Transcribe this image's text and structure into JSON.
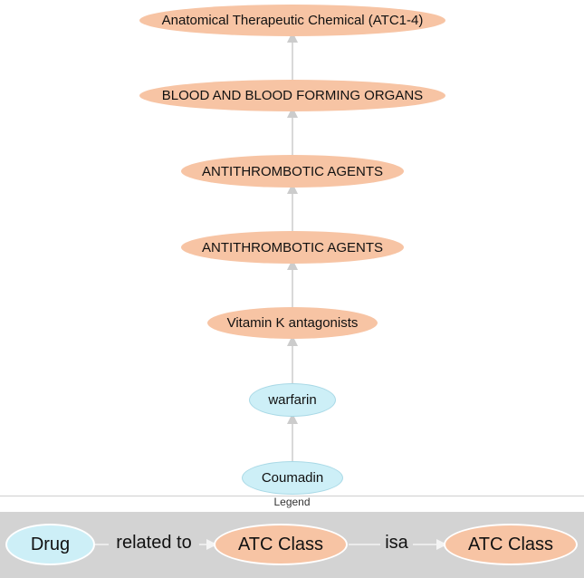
{
  "graph": {
    "nodes": [
      {
        "label": "Anatomical Therapeutic Chemical (ATC1-4)",
        "kind": "ATC Class"
      },
      {
        "label": "BLOOD AND BLOOD FORMING ORGANS",
        "kind": "ATC Class"
      },
      {
        "label": "ANTITHROMBOTIC AGENTS",
        "kind": "ATC Class"
      },
      {
        "label": "ANTITHROMBOTIC AGENTS",
        "kind": "ATC Class"
      },
      {
        "label": "Vitamin K antagonists",
        "kind": "ATC Class"
      },
      {
        "label": "warfarin",
        "kind": "Drug"
      },
      {
        "label": "Coumadin",
        "kind": "Drug"
      }
    ]
  },
  "legend": {
    "title": "Legend",
    "drug_label": "Drug",
    "related_label": "related to",
    "atc_label_1": "ATC Class",
    "isa_label": "isa",
    "atc_label_2": "ATC Class"
  },
  "colors": {
    "atc_fill": "#f7c4a4",
    "drug_fill": "#cdeff7",
    "edge": "#cccccc"
  }
}
